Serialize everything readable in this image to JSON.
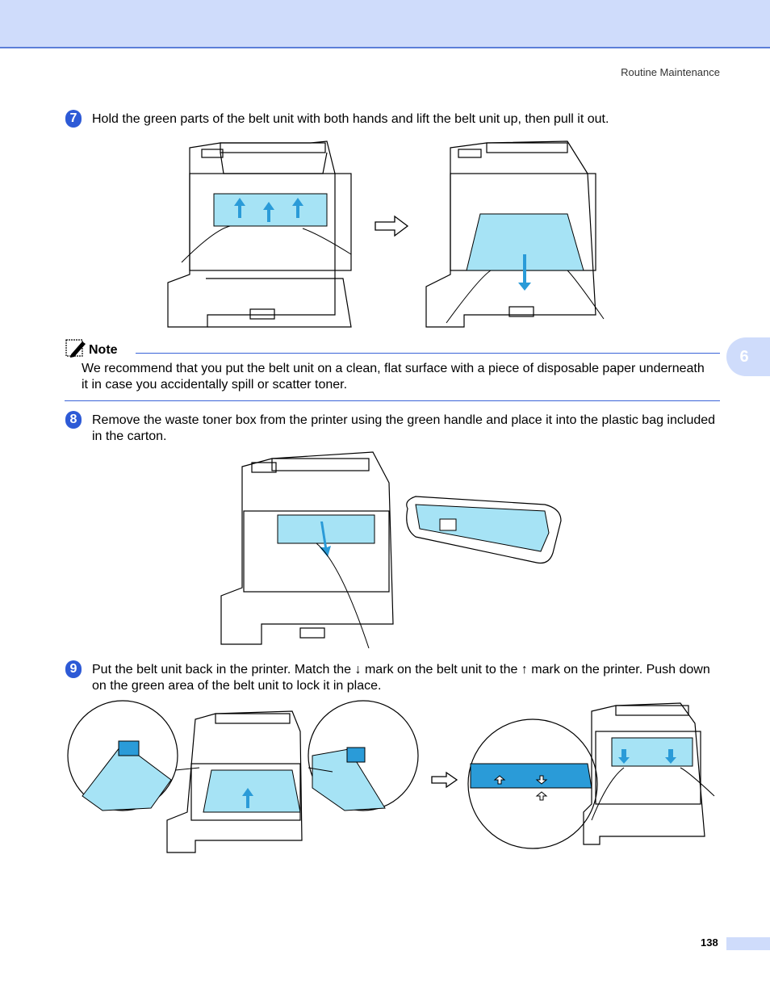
{
  "header": {
    "running_head": "Routine Maintenance"
  },
  "chapter_tab": "6",
  "steps": [
    {
      "number": "7",
      "text": "Hold the green parts of the belt unit with both hands and lift the belt unit up, then pull it out."
    },
    {
      "number": "8",
      "text": "Remove the waste toner box from the printer using the green handle and place it into the plastic bag included in the carton."
    },
    {
      "number": "9",
      "text": "Put the belt unit back in the printer. Match the ↓ mark on the belt unit to the ↑ mark on the printer.  Push down on the green area of the belt unit to lock it in place."
    }
  ],
  "note": {
    "title": "Note",
    "text": "We recommend that you put the belt unit on a clean, flat surface with a piece of disposable paper underneath it in case you accidentally spill or scatter toner."
  },
  "footer": {
    "page_number": "138"
  },
  "colors": {
    "accent": "#2d5ad6",
    "header_band": "#cfdcfb",
    "part_highlight": "#a6e3f5"
  }
}
